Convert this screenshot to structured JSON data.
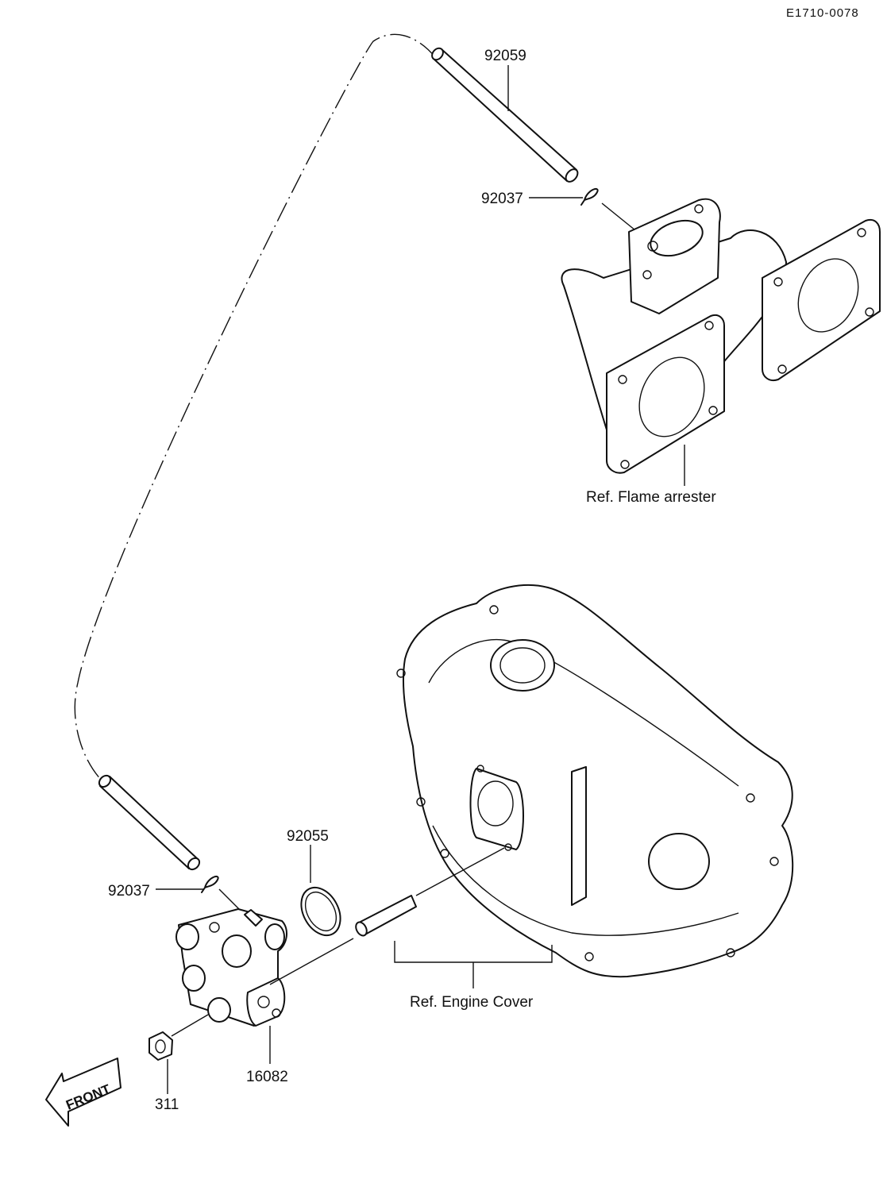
{
  "drawing_code": "E1710-0078",
  "parts": {
    "p92059": "92059",
    "p92037_top": "92037",
    "p92037_bottom": "92037",
    "p92055": "92055",
    "p16082": "16082",
    "p311": "311"
  },
  "references": {
    "flame_arrester": "Ref.  Flame arrester",
    "engine_cover": "Ref. Engine Cover"
  },
  "front_arrow": "FRONT"
}
